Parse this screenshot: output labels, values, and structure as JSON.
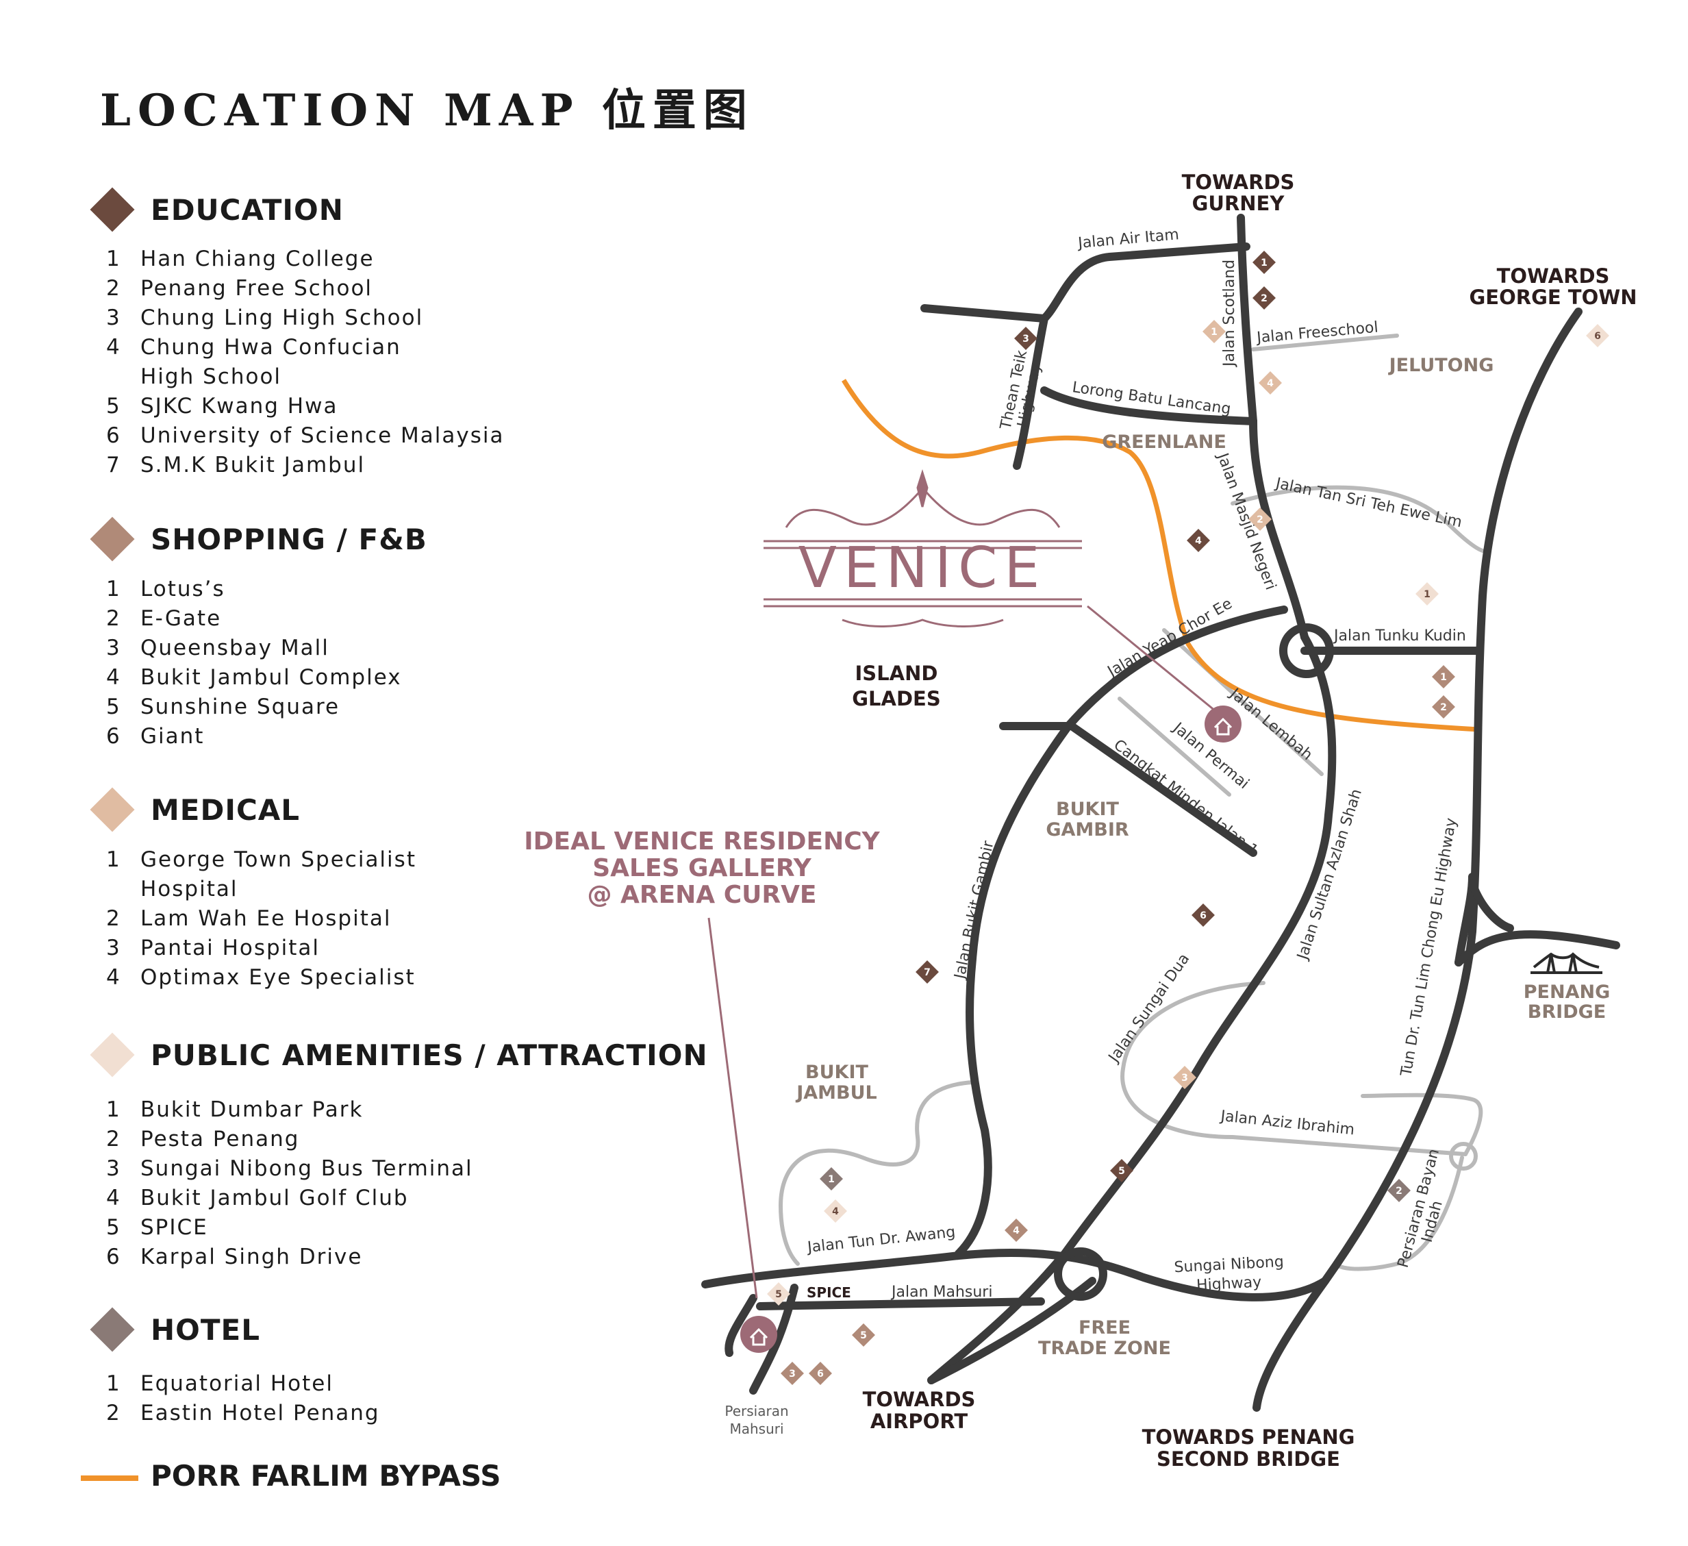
{
  "title": "LOCATION MAP 位置图",
  "colors": {
    "education": "#6b4a3e",
    "shopping": "#b08a78",
    "medical": "#e0bca2",
    "public": "#f1dfd2",
    "hotel": "#8a7a76",
    "bypass": "#f0922a",
    "road": "#3b3b3b",
    "minor_road": "#b9b9b9",
    "accent": "#9d6a76"
  },
  "legend": {
    "education": {
      "heading": "EDUCATION",
      "items": [
        {
          "num": "1",
          "text": "Han Chiang College"
        },
        {
          "num": "2",
          "text": "Penang Free School"
        },
        {
          "num": "3",
          "text": "Chung Ling High School"
        },
        {
          "num": "4",
          "text": "Chung Hwa Confucian"
        },
        {
          "num": "",
          "text": "High School"
        },
        {
          "num": "5",
          "text": "SJKC Kwang Hwa"
        },
        {
          "num": "6",
          "text": "University of Science Malaysia"
        },
        {
          "num": "7",
          "text": "S.M.K Bukit Jambul"
        }
      ]
    },
    "shopping": {
      "heading": "SHOPPING / F&B",
      "items": [
        {
          "num": "1",
          "text": "Lotus’s"
        },
        {
          "num": "2",
          "text": "E-Gate"
        },
        {
          "num": "3",
          "text": "Queensbay Mall"
        },
        {
          "num": "4",
          "text": "Bukit Jambul Complex"
        },
        {
          "num": "5",
          "text": "Sunshine Square"
        },
        {
          "num": "6",
          "text": "Giant"
        }
      ]
    },
    "medical": {
      "heading": "MEDICAL",
      "items": [
        {
          "num": "1",
          "text": "George Town Specialist"
        },
        {
          "num": "",
          "text": "Hospital"
        },
        {
          "num": "2",
          "text": "Lam Wah Ee Hospital"
        },
        {
          "num": "3",
          "text": "Pantai Hospital"
        },
        {
          "num": "4",
          "text": "Optimax Eye Specialist"
        }
      ]
    },
    "public": {
      "heading": "PUBLIC AMENITIES / ATTRACTION",
      "items": [
        {
          "num": "1",
          "text": "Bukit Dumbar Park"
        },
        {
          "num": "2",
          "text": "Pesta Penang"
        },
        {
          "num": "3",
          "text": "Sungai Nibong Bus Terminal"
        },
        {
          "num": "4",
          "text": "Bukit Jambul Golf Club"
        },
        {
          "num": "5",
          "text": "SPICE"
        },
        {
          "num": "6",
          "text": "Karpal Singh Drive"
        }
      ]
    },
    "hotel": {
      "heading": "HOTEL",
      "items": [
        {
          "num": "1",
          "text": "Equatorial Hotel"
        },
        {
          "num": "2",
          "text": "Eastin Hotel Penang"
        }
      ]
    },
    "bypass_label": "PORR FARLIM BYPASS"
  },
  "map": {
    "venice": "VENICE",
    "sales_gallery": [
      "IDEAL VENICE RESIDENCY",
      "SALES GALLERY",
      "@ ARENA CURVE"
    ],
    "directions": {
      "gurney": [
        "TOWARDS",
        "GURNEY"
      ],
      "george_town": [
        "TOWARDS",
        "GEORGE TOWN"
      ],
      "airport": [
        "TOWARDS",
        "AIRPORT"
      ],
      "second_bridge": [
        "TOWARDS PENANG",
        "SECOND BRIDGE"
      ],
      "penang_bridge": [
        "PENANG",
        "BRIDGE"
      ]
    },
    "areas": {
      "jelutong": "JELUTONG",
      "greenlane": "GREENLANE",
      "island_glades": [
        "ISLAND",
        "GLADES"
      ],
      "bukit_gambir": [
        "BUKIT",
        "GAMBIR"
      ],
      "bukit_jambul": [
        "BUKIT",
        "JAMBUL"
      ],
      "free_trade_zone": [
        "FREE",
        "TRADE ZONE"
      ]
    },
    "roads": {
      "air_itam": "Jalan Air Itam",
      "scotland": "Jalan Scotland",
      "freeschool": "Jalan Freeschool",
      "thean_teik": [
        "Thean Teik",
        "Highway"
      ],
      "batu_lancang": "Lorong Batu Lancang",
      "masjid_negeri": "Jalan Masjid Negeri",
      "tan_sri": "Jalan Tan Sri Teh Ewe Lim",
      "yeap_chor_ee": "Jalan Yeap Chor Ee",
      "tunku_kudin": "Jalan Tunku Kudin",
      "lembah": "Jalan Lembah",
      "permai": "Jalan Permai",
      "cangkat_minden": "Cangkat Minden Jalan 1",
      "sultan_azlan": "Jalan Sultan Azlan Shah",
      "tun_lim": "Tun Dr. Tun Lim Chong Eu Highway",
      "bukit_gambir": "Jalan Bukit Gambir",
      "sungai_dua": "Jalan Sungai Dua",
      "aziz_ibrahim": "Jalan Aziz Ibrahim",
      "bayan_indah": [
        "Persiaran Bayan",
        "Indah"
      ],
      "tun_awang": "Jalan Tun Dr. Awang",
      "mahsuri": "Jalan Mahsuri",
      "spice": "SPICE",
      "sungai_nibong": [
        "Sungai Nibong",
        "Highway"
      ],
      "persiaran_mahsuri": [
        "Persiaran",
        "Mahsuri"
      ]
    },
    "markers": [
      {
        "cat": "education",
        "n": "1"
      },
      {
        "cat": "education",
        "n": "2"
      },
      {
        "cat": "education",
        "n": "3"
      },
      {
        "cat": "education",
        "n": "4"
      },
      {
        "cat": "education",
        "n": "6"
      },
      {
        "cat": "education",
        "n": "7"
      },
      {
        "cat": "education",
        "n": "5"
      },
      {
        "cat": "medical",
        "n": "1"
      },
      {
        "cat": "medical",
        "n": "4"
      },
      {
        "cat": "medical",
        "n": "2"
      },
      {
        "cat": "medical",
        "n": "3"
      },
      {
        "cat": "public",
        "n": "6"
      },
      {
        "cat": "public",
        "n": "1"
      },
      {
        "cat": "public",
        "n": "4"
      },
      {
        "cat": "public",
        "n": "5"
      },
      {
        "cat": "shopping",
        "n": "1"
      },
      {
        "cat": "shopping",
        "n": "2"
      },
      {
        "cat": "shopping",
        "n": "4"
      },
      {
        "cat": "shopping",
        "n": "5"
      },
      {
        "cat": "shopping",
        "n": "3"
      },
      {
        "cat": "shopping",
        "n": "6"
      },
      {
        "cat": "hotel",
        "n": "1"
      },
      {
        "cat": "hotel",
        "n": "2"
      }
    ]
  }
}
